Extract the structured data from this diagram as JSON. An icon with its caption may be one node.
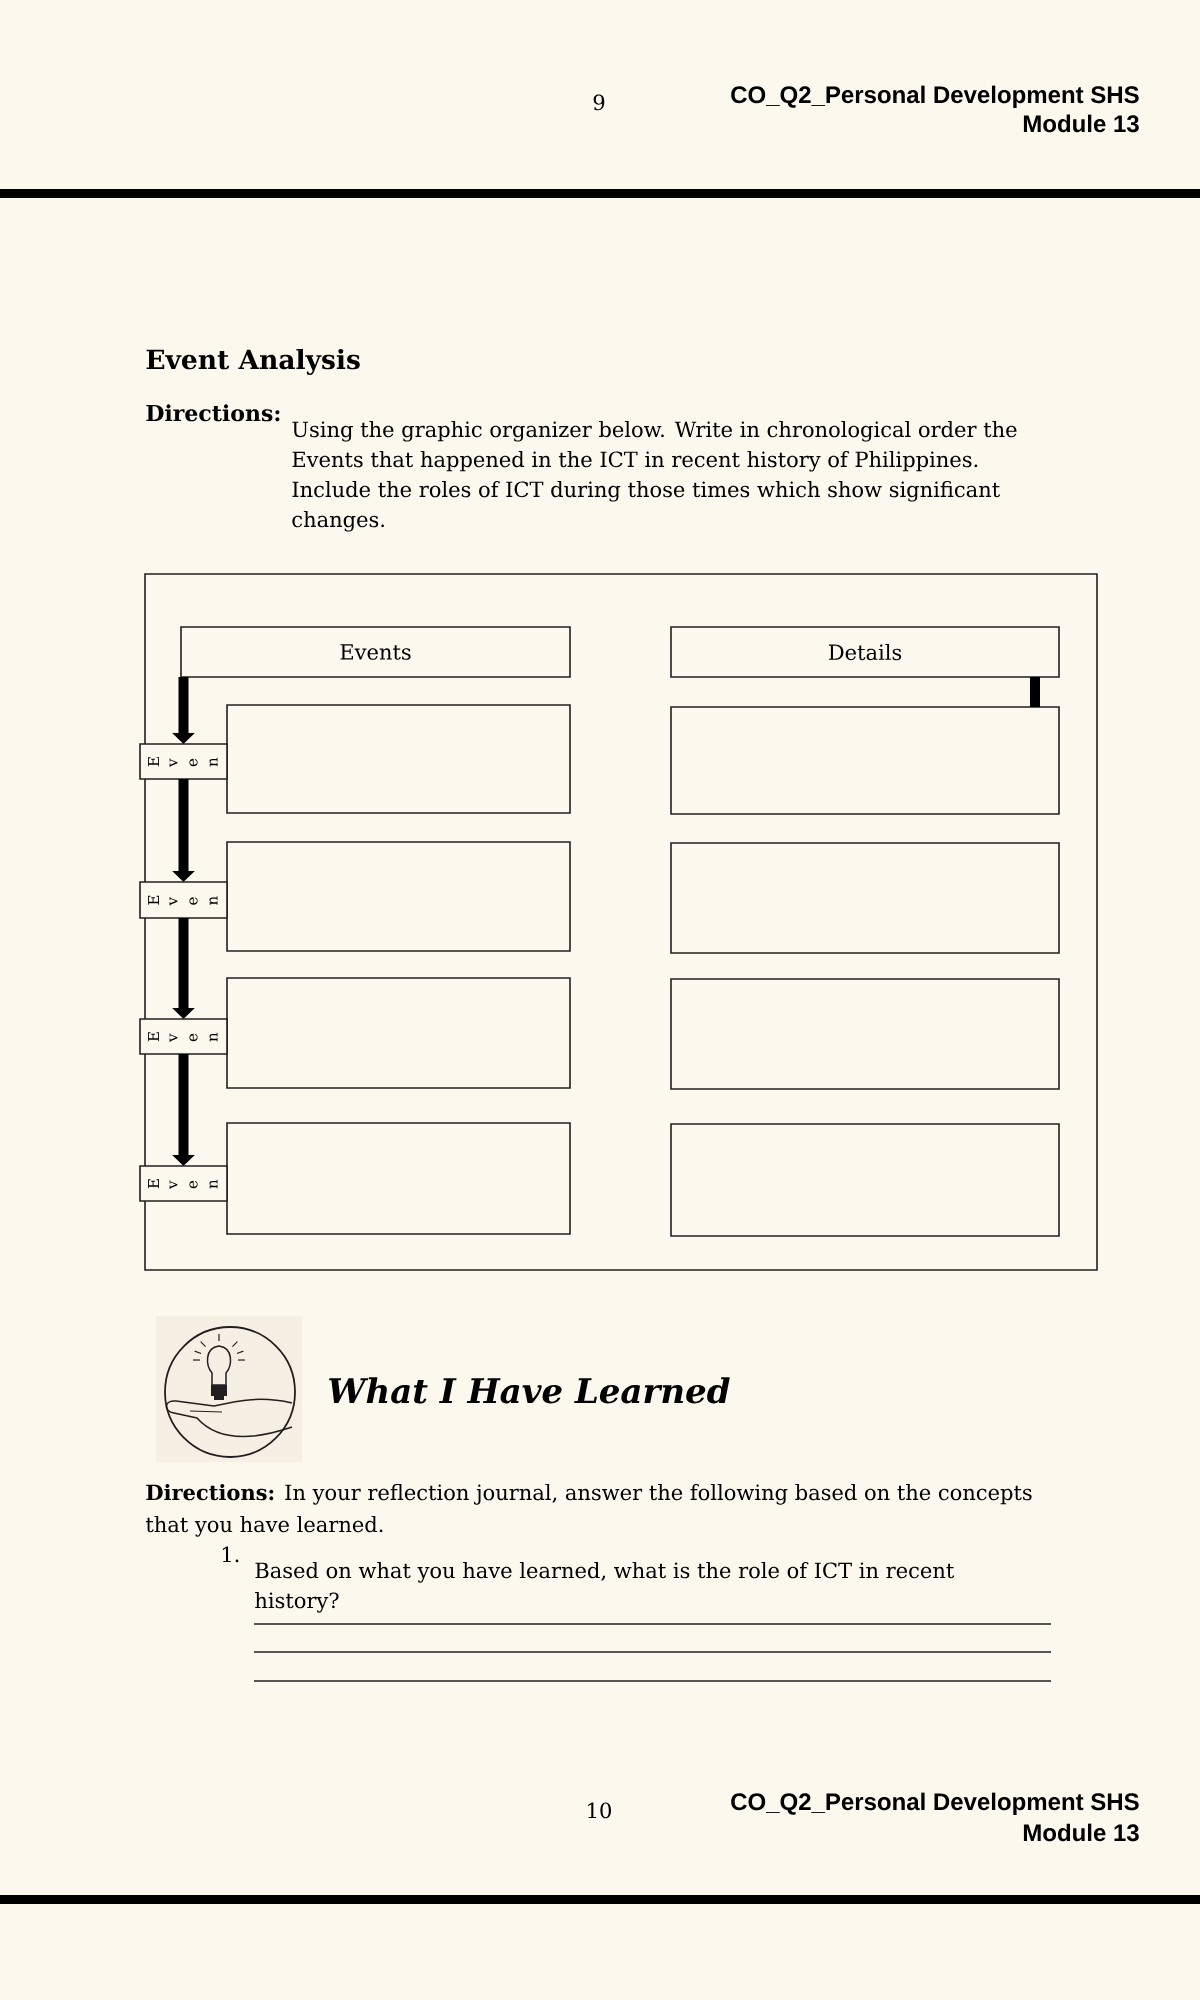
{
  "diagram": {
    "title": "Event Analysis",
    "nodes": [
      {
        "text": [],
        "shape": "box"
      },
      {
        "text": [
          "Events"
        ],
        "in": 0
      },
      {
        "text": [
          "Details"
        ],
        "in": 0
      },
      {
        "text": [
          "Even"
        ],
        "in": 0
      },
      {
        "text": [],
        "shape": "box",
        "in": 0
      },
      {
        "text": [],
        "shape": "box",
        "in": 0
      },
      {
        "text": [
          "Even"
        ],
        "in": 0
      },
      {
        "text": [],
        "shape": "box",
        "in": 0
      },
      {
        "text": [],
        "shape": "box",
        "in": 0
      },
      {
        "text": [
          "Even"
        ],
        "in": 0
      },
      {
        "text": [],
        "shape": "box",
        "in": 0
      },
      {
        "text": [],
        "shape": "box",
        "in": 0
      },
      {
        "text": [
          "Even"
        ],
        "in": 0
      },
      {
        "text": [],
        "shape": "box",
        "in": 0
      },
      {
        "text": [],
        "shape": "box",
        "in": 0
      }
    ],
    "edges": [
      {
        "from": 1,
        "to": 3,
        "arrow": "to"
      },
      {
        "from": 3,
        "to": 6,
        "arrow": "to"
      },
      {
        "from": 6,
        "to": 9,
        "arrow": "to"
      },
      {
        "from": 9,
        "to": 12,
        "arrow": "to"
      },
      {
        "from": 2,
        "to": 5,
        "arrow": "none"
      }
    ],
    "labels": [
      "9",
      "CO_Q2_Personal Development SHS",
      "Module 13",
      "Directions:",
      "Using the graphic organizer below. Write in chronological order the Events that happened in the ICT in recent history of Philippines. Include the roles of ICT during those times which show significant changes.",
      "What I Have Learned",
      "**Directions:** In your reflection journal, answer the following based on the concepts that you have learned.",
      "1.",
      "Based on what you have learned, what is the role of ICT in recent history?",
      "10",
      "CO_Q2_Personal Development SHS",
      "Module 13"
    ]
  }
}
